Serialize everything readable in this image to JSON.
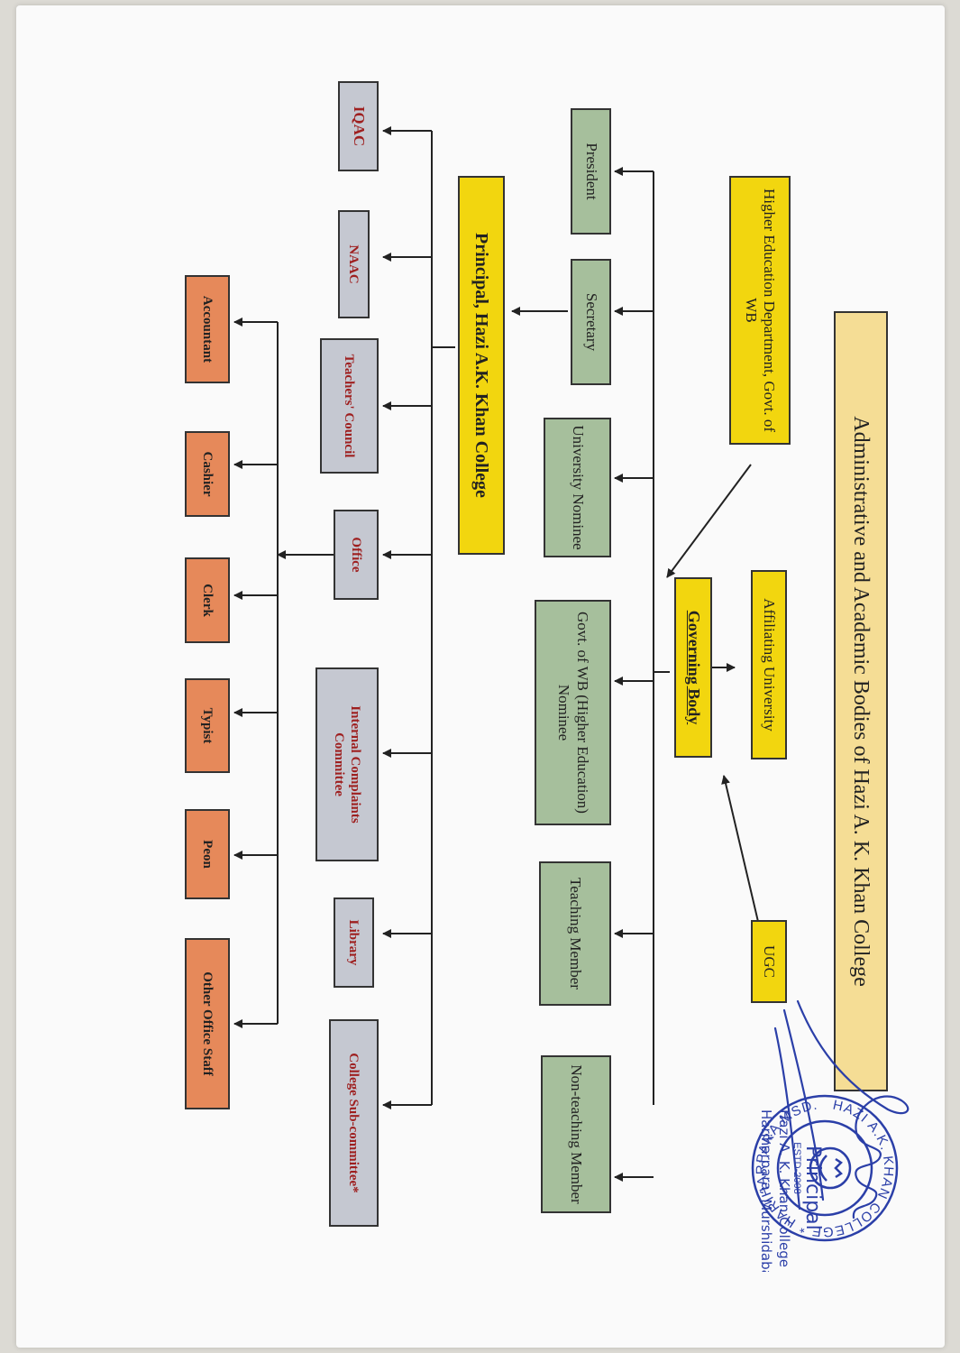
{
  "title": "Administrative and Academic Bodies of Hazi A. K. Khan College",
  "external": {
    "higher_ed": "Higher Education Department, Govt. of WB",
    "affiliating": "Affiliating University",
    "ugc": "UGC"
  },
  "governing_body": "Governing Body",
  "members": [
    "President",
    "Secretary",
    "University Nominee",
    "Govt. of WB (Higher Education) Nominee",
    "Teaching Member",
    "Non-teaching Member"
  ],
  "principal": "Principal, Hazi A.K. Khan College",
  "academic": [
    "IQAC",
    "NAAC",
    "Teachers' Council",
    "Office",
    "Internal Complaints Committee",
    "Library",
    "College Sub-committee*"
  ],
  "staff": [
    "Accountant",
    "Cashier",
    "Clerk",
    "Typist",
    "Peon",
    "Other Office Staff"
  ],
  "seal": {
    "ring_text": "HAZI A.K. KHAN COLLEGE * HARIHARPARA MSD. *",
    "estd": "ESTD-2008"
  },
  "signature": {
    "line1": "Principal",
    "line2": "Hazi A. K. Khan College",
    "line3": "Hariharpara, Murshidabad"
  },
  "colors": {
    "yellow": "#f2d60f",
    "pale": "#f5dd95",
    "green": "#a6bf9c",
    "grey": "#c5c8d1",
    "orange": "#e6895a",
    "stamp_ink": "#2b3fa8"
  }
}
